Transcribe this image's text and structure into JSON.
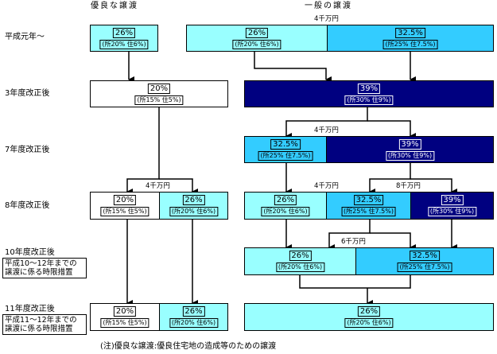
{
  "header": {
    "excellent": "優良な譲渡",
    "general": "一般の譲渡"
  },
  "row_labels": {
    "r1": "平成元年～",
    "r2": "3年度改正後",
    "r3": "7年度改正後",
    "r4": "8年度改正後",
    "r5": "10年度改正後",
    "r5_note_1": "平成10～12年までの",
    "r5_note_2": "譲渡に係る時限措置",
    "r6": "11年度改正後",
    "r6_note_1": "平成11～12年までの",
    "r6_note_2": "譲渡に係る時限措置"
  },
  "thresholds": {
    "r1_gen": "4千万円",
    "r2_r3": "4千万円",
    "r3_r4_left": "4千万円",
    "r3_r4_right": "8千万円",
    "r4_ex": "4千万円",
    "r4_r5": "6千万円"
  },
  "boxes": {
    "r1_ex": {
      "pct": "26%",
      "det": "(所20% 住6%)"
    },
    "r1_g1": {
      "pct": "26%",
      "det": "(所20% 住6%)"
    },
    "r1_g2": {
      "pct": "32.5%",
      "det": "(所25% 住7.5%)"
    },
    "r2_ex": {
      "pct": "20%",
      "det": "(所15% 住5%)"
    },
    "r2_g": {
      "pct": "39%",
      "det": "(所30% 住9%)"
    },
    "r3_g1": {
      "pct": "32.5%",
      "det": "(所25% 住7.5%)"
    },
    "r3_g2": {
      "pct": "39%",
      "det": "(所30% 住9%)"
    },
    "r4_ex1": {
      "pct": "20%",
      "det": "(所15% 住5%)"
    },
    "r4_ex2": {
      "pct": "26%",
      "det": "(所20% 住6%)"
    },
    "r4_g1": {
      "pct": "26%",
      "det": "(所20% 住6%)"
    },
    "r4_g2": {
      "pct": "32.5%",
      "det": "(所25% 住7.5%)"
    },
    "r4_g3": {
      "pct": "39%",
      "det": "(所30% 住9%)"
    },
    "r5_g1": {
      "pct": "26%",
      "det": "(所20% 住6%)"
    },
    "r5_g2": {
      "pct": "32.5%",
      "det": "(所25% 住7.5%)"
    },
    "r6_ex1": {
      "pct": "20%",
      "det": "(所15% 住5%)"
    },
    "r6_ex2": {
      "pct": "26%",
      "det": "(所20% 住6%)"
    },
    "r6_g": {
      "pct": "26%",
      "det": "(所20% 住6%)"
    }
  },
  "footnote": "(注)優良な譲渡:優良住宅地の造成等のための譲渡",
  "colors": {
    "light": "#99FFFF",
    "mid": "#33CCFF",
    "dark": "#000080",
    "white": "#FFFFFF"
  }
}
